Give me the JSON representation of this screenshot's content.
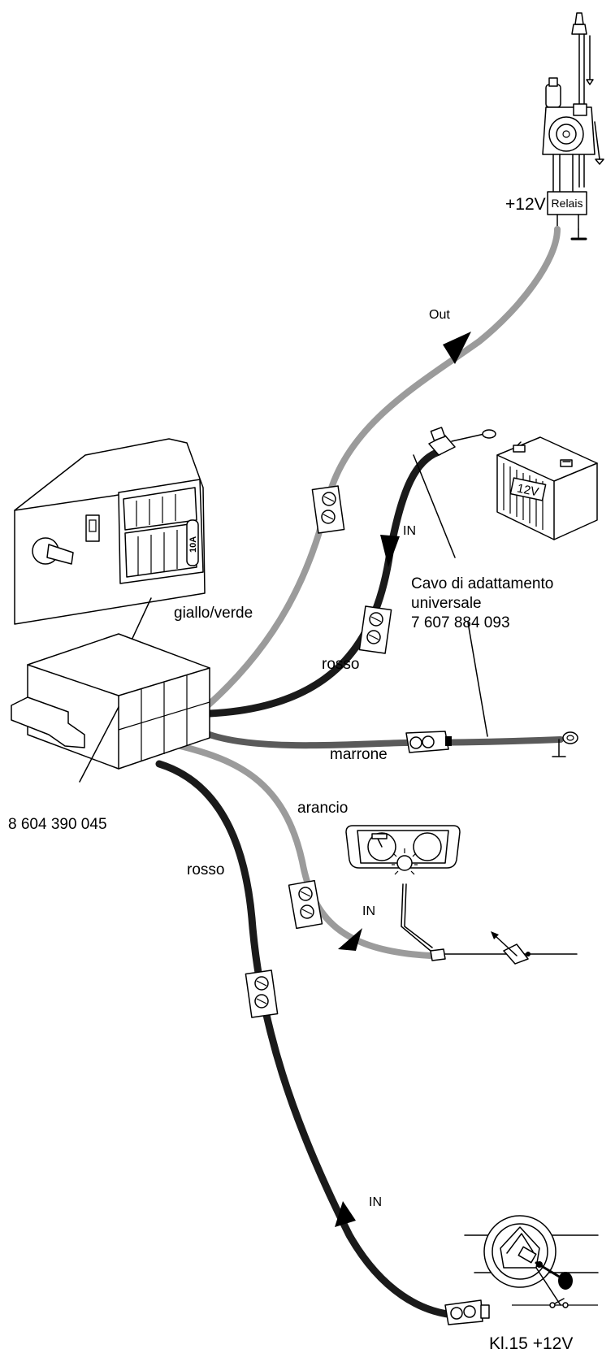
{
  "labels": {
    "out": "Out",
    "v12_antenna": "+12V",
    "relais": "Relais",
    "in_battery": "IN",
    "battery_12v": "12V",
    "cavo_line1": "Cavo di adattamento",
    "cavo_line2": "universale",
    "cavo_line3": "7 607 884 093",
    "giallo_verde": "giallo/verde",
    "rosso_upper": "rosso",
    "marrone": "marrone",
    "part_number": "8 604 390 045",
    "arancio": "arancio",
    "rosso_lower": "rosso",
    "in_dash": "IN",
    "in_ignition": "IN",
    "kl15": "Kl.15 +12V",
    "fuse": "10A"
  },
  "colors": {
    "wire_black": "#1a1a1a",
    "wire_grey": "#9b9b9b",
    "wire_dark_grey": "#5a5a5a"
  },
  "icons": [
    "antenna-icon",
    "relay-icon",
    "battery-icon",
    "ground-symbol-icon",
    "dashboard-gauge-icon",
    "lamp-icon",
    "ignition-switch-icon",
    "key-icon",
    "connector-block-icon",
    "radio-unit-icon",
    "adapter-box-icon"
  ]
}
